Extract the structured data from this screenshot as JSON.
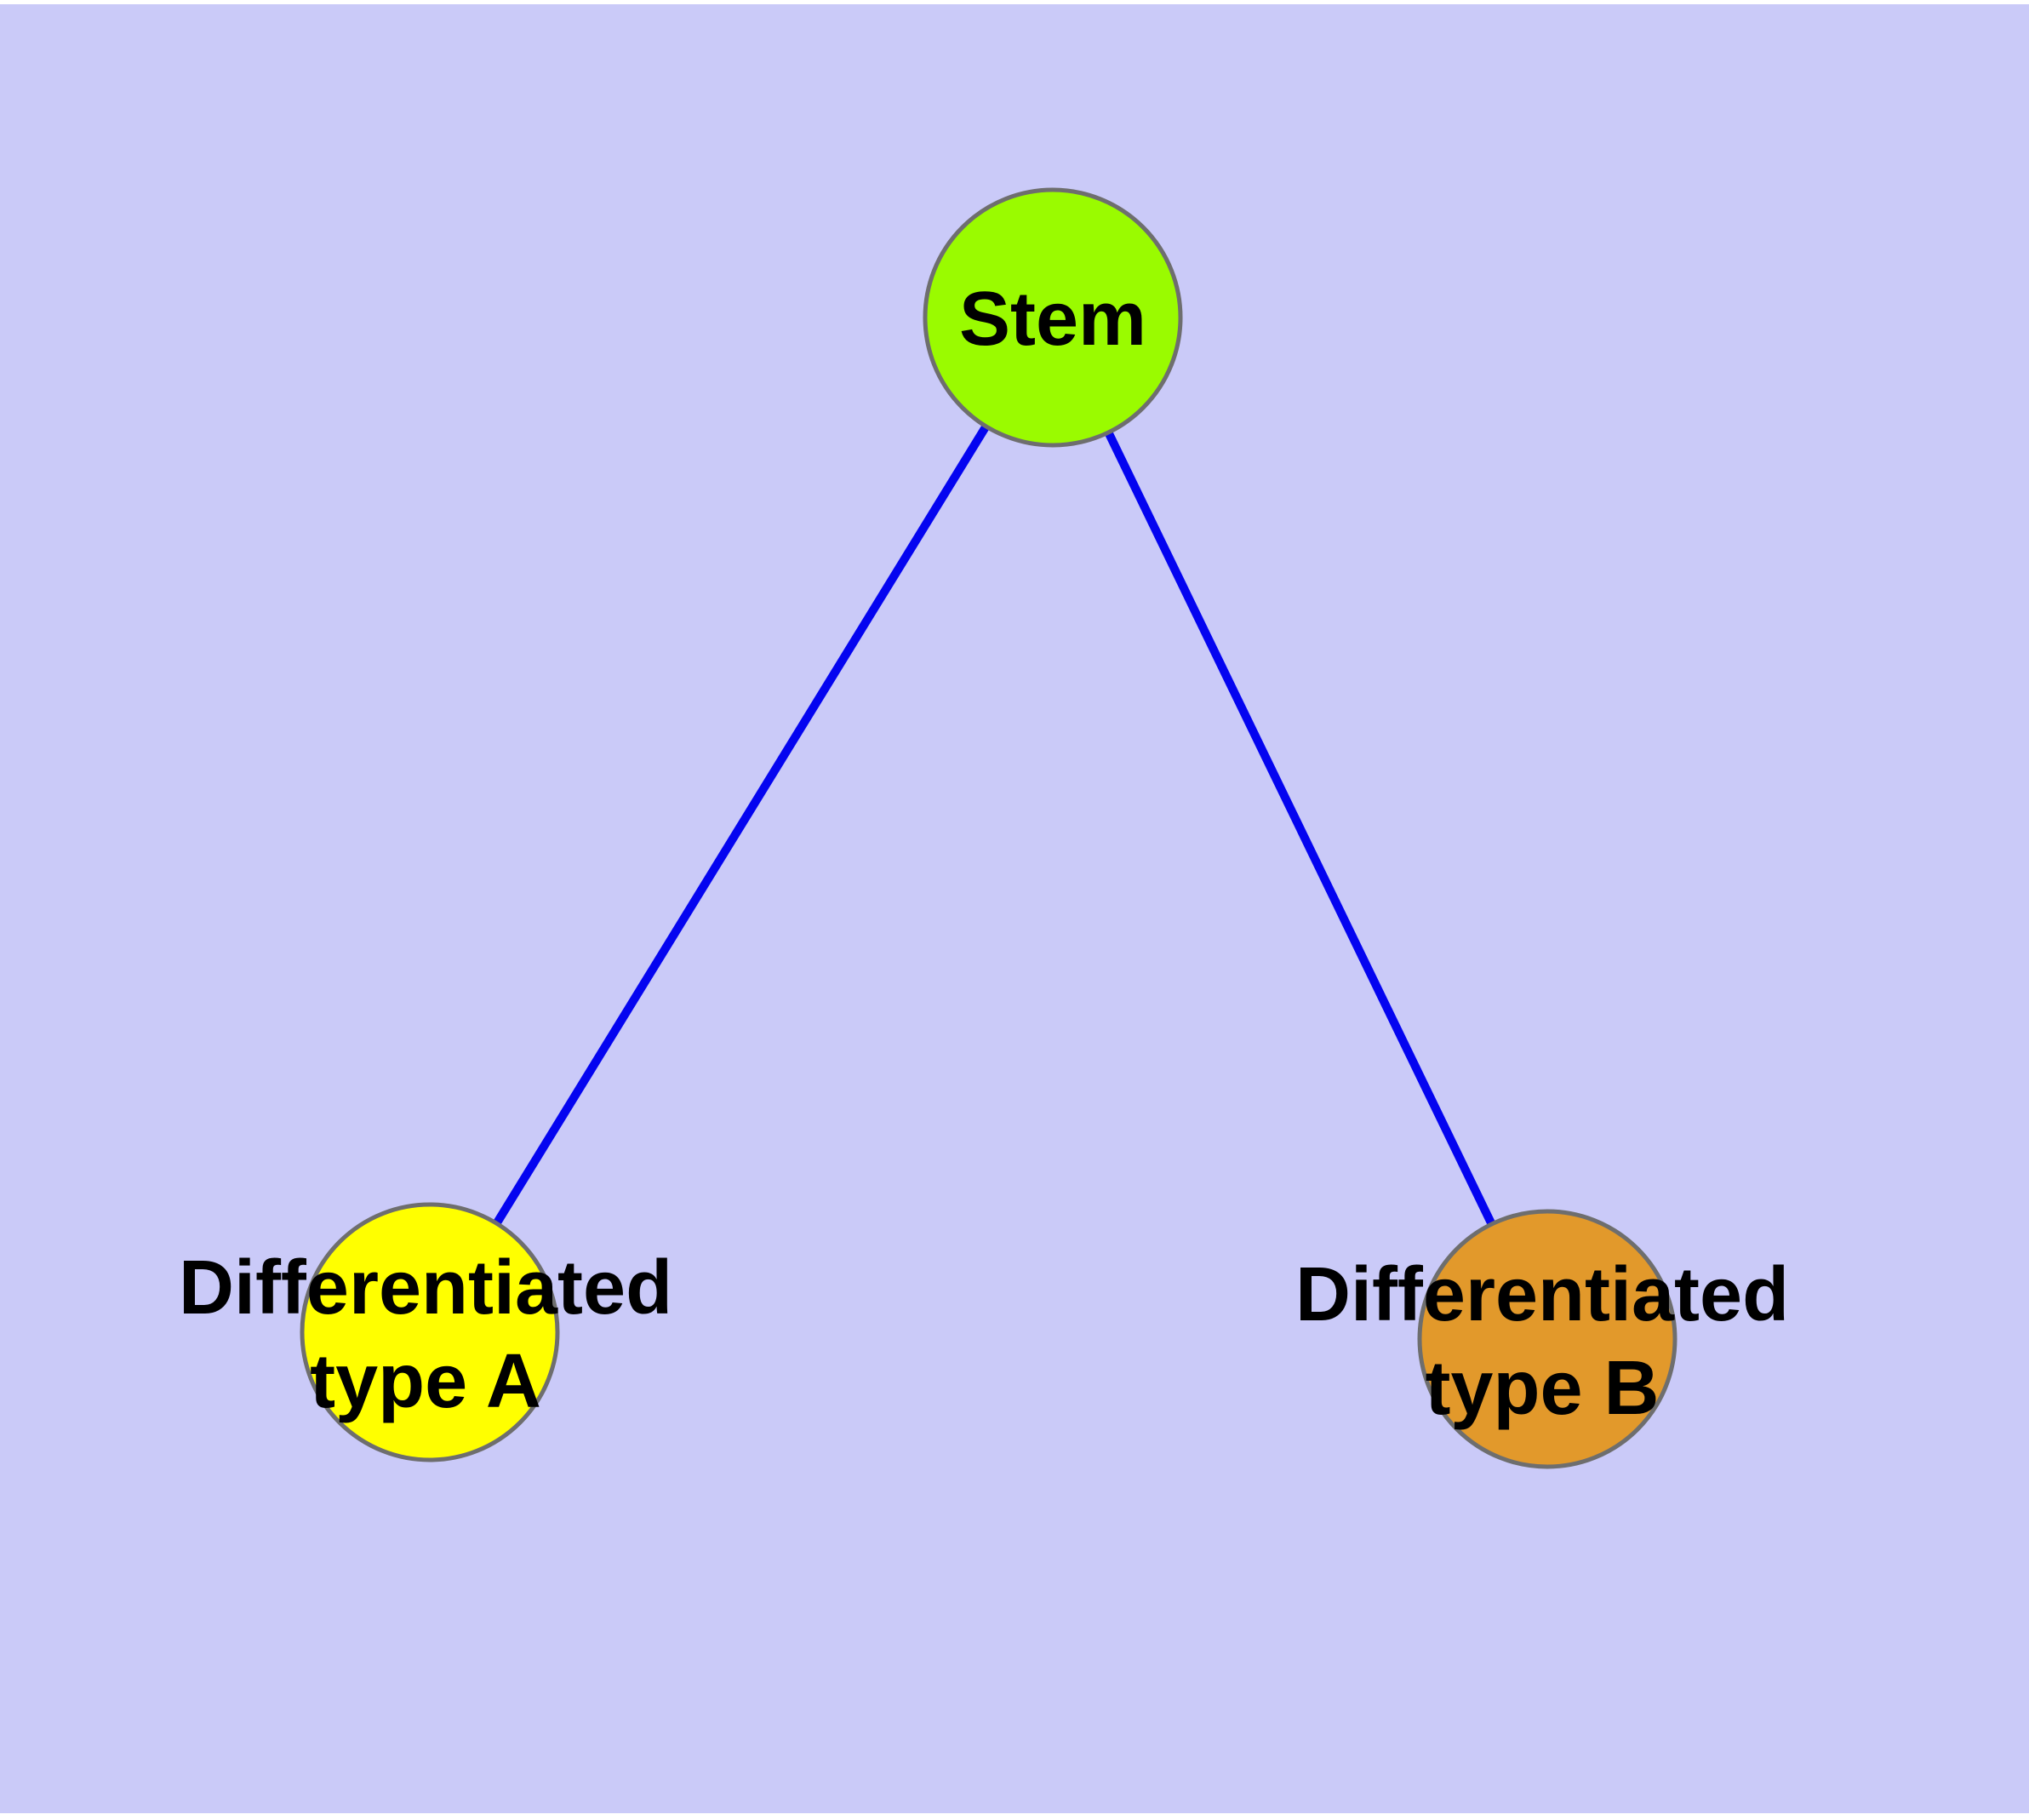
{
  "diagram": {
    "type": "node-link-graph",
    "background_color": "#cacaf8",
    "frame_color": "#ffffff",
    "edge_color": "#0404f0",
    "node_border_color": "#6e6e6e",
    "label_text_color": "#000000",
    "nodes": [
      {
        "id": "stem",
        "label": "Stem",
        "color": "#9afb00"
      },
      {
        "id": "differentiated-type-a",
        "label": "Differentiated\ntype A",
        "color": "#ffff00"
      },
      {
        "id": "differentiated-type-b",
        "label": "Differentiated\ntype B",
        "color": "#e2992b"
      }
    ],
    "edges": [
      {
        "from": "stem",
        "to": "differentiated-type-a"
      },
      {
        "from": "stem",
        "to": "differentiated-type-b"
      }
    ]
  }
}
